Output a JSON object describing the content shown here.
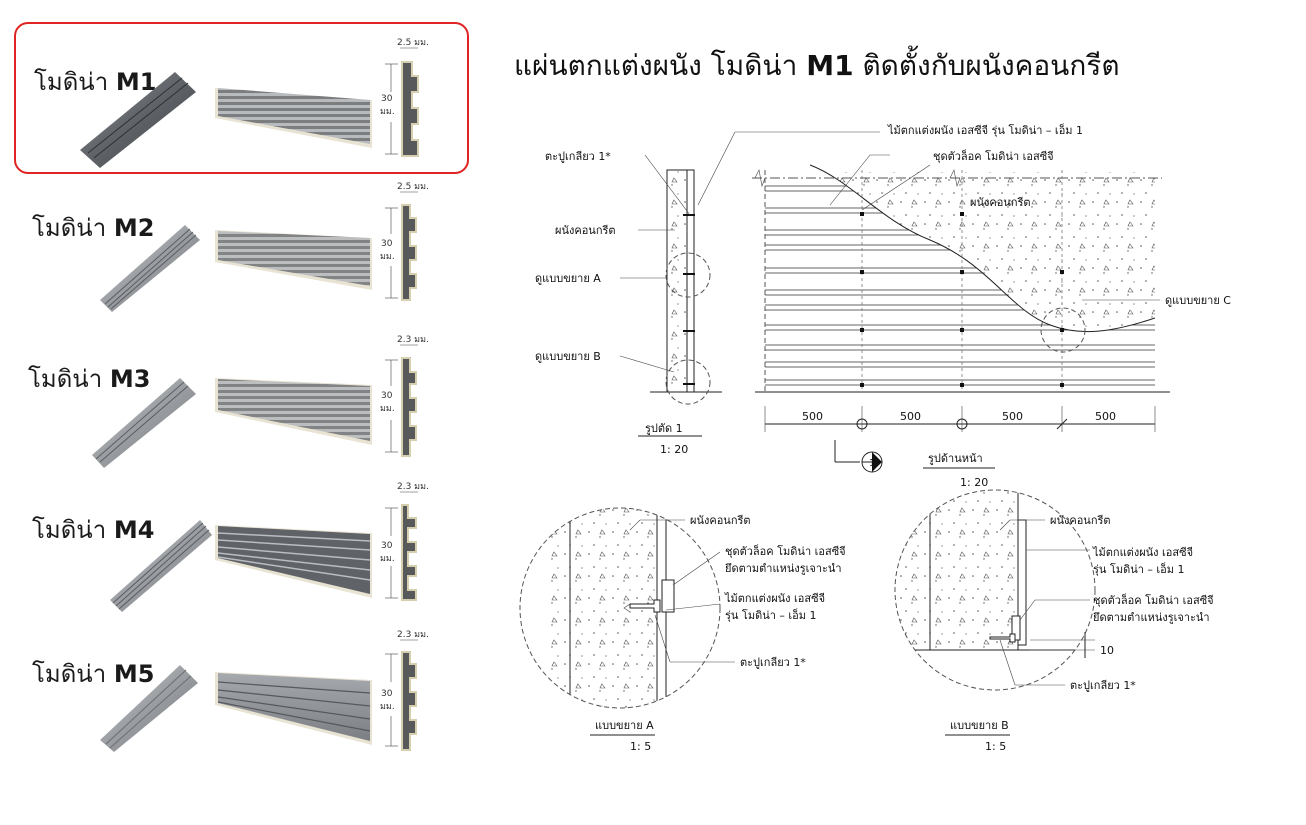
{
  "sidebar": {
    "models": [
      {
        "prefix": "โมดิน่า",
        "code": "M1",
        "thickness": "2.5 มม.",
        "height": "30",
        "unit": "มม.",
        "selected": true
      },
      {
        "prefix": "โมดิน่า",
        "code": "M2",
        "thickness": "2.5 มม.",
        "height": "30",
        "unit": "มม.",
        "selected": false
      },
      {
        "prefix": "โมดิน่า",
        "code": "M3",
        "thickness": "2.3 มม.",
        "height": "30",
        "unit": "มม.",
        "selected": false
      },
      {
        "prefix": "โมดิน่า",
        "code": "M4",
        "thickness": "2.3 มม.",
        "height": "30",
        "unit": "มม.",
        "selected": false
      },
      {
        "prefix": "โมดิน่า",
        "code": "M5",
        "thickness": "2.3 มม.",
        "height": "30",
        "unit": "มม.",
        "selected": false
      }
    ]
  },
  "drawing": {
    "title_prefix": "แผ่นตกแต่งผนัง โมดิน่า",
    "title_code": "M1",
    "title_suffix": "ติดตั้งกับผนังคอนกรีต",
    "labels": {
      "screw": "ตะปูเกลียว 1*",
      "concrete_wall": "ผนังคอนกรีต",
      "detail_a_ref": "ดูแบบขยาย A",
      "detail_b_ref": "ดูแบบขยาย B",
      "detail_c_ref": "ดูแบบขยาย C",
      "panel_m1": "ไม้ตกแต่งผนัง เอสซีจี รุ่น โมดิน่า – เอ็ม 1",
      "lock_set": "ชุดตัวล็อค โมดิน่า เอสซีจี",
      "concrete_wall_front": "ผนังคอนกรีต",
      "section_title": "รูปตัด 1",
      "section_scale": "1: 20",
      "elevation_title": "รูปด้านหน้า",
      "elevation_scale": "1: 20",
      "section_marker": "1",
      "spacing": [
        "500",
        "500",
        "500",
        "500"
      ]
    },
    "detail_a": {
      "wall": "ผนังคอนกรีต",
      "lock_line1": "ชุดตัวล็อค โมดิน่า เอสซีจี",
      "lock_line2": "ยึดตามตำแหน่งรูเจาะนำ",
      "panel_line1": "ไม้ตกแต่งผนัง เอสซีจี",
      "panel_line2": "รุ่น โมดิน่า – เอ็ม 1",
      "screw": "ตะปูเกลียว 1*",
      "title": "แบบขยาย A",
      "scale": "1: 5"
    },
    "detail_b": {
      "wall": "ผนังคอนกรีต",
      "panel_line1": "ไม้ตกแต่งผนัง เอสซีจี",
      "panel_line2": "รุ่น โมดิน่า – เอ็ม 1",
      "lock_line1": "ชุดตัวล็อค โมดิน่า เอสซีจี",
      "lock_line2": "ยึดตามตำแหน่งรูเจาะนำ",
      "gap": "10",
      "screw": "ตะปูเกลียว 1*",
      "title": "แบบขยาย B",
      "scale": "1: 5"
    }
  },
  "colors": {
    "accent": "#e02424",
    "panel_dark": "#5f6368",
    "panel_light": "#b9bcc0",
    "line": "#222222"
  }
}
